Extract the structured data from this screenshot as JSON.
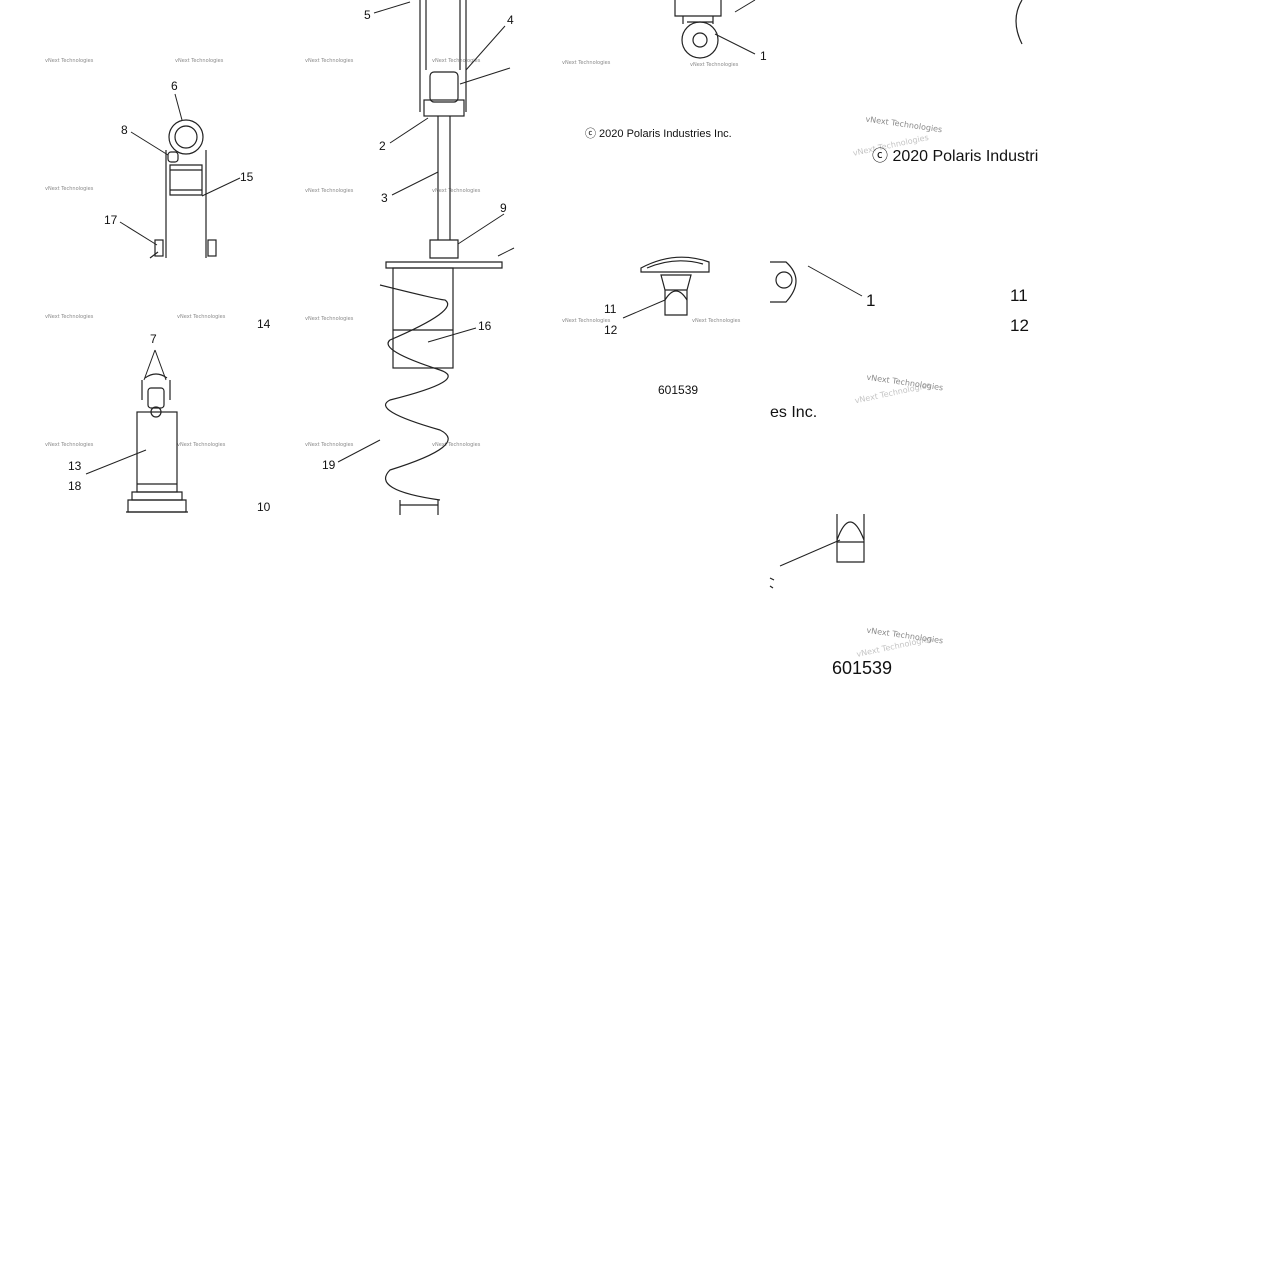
{
  "diagram": {
    "copyright": "ⓒ 2020 Polaris Industries Inc.",
    "copyright_fragment": "es Inc.",
    "copyright_zoom": "ⓒ 2020 Polaris Industri",
    "figure_number": "601539",
    "watermark": "vNext Technologies",
    "callouts": {
      "c1": "1",
      "c2": "2",
      "c3": "3",
      "c4": "4",
      "c5": "5",
      "c6": "6",
      "c7": "7",
      "c8": "8",
      "c9": "9",
      "c10": "10",
      "c11": "11",
      "c12": "12",
      "c13": "13",
      "c14": "14",
      "c15": "15",
      "c16": "16",
      "c17": "17",
      "c18": "18",
      "c19": "19"
    }
  },
  "colors": {
    "line": "#222222",
    "watermark": "#8a8a8a",
    "background": "#ffffff"
  }
}
